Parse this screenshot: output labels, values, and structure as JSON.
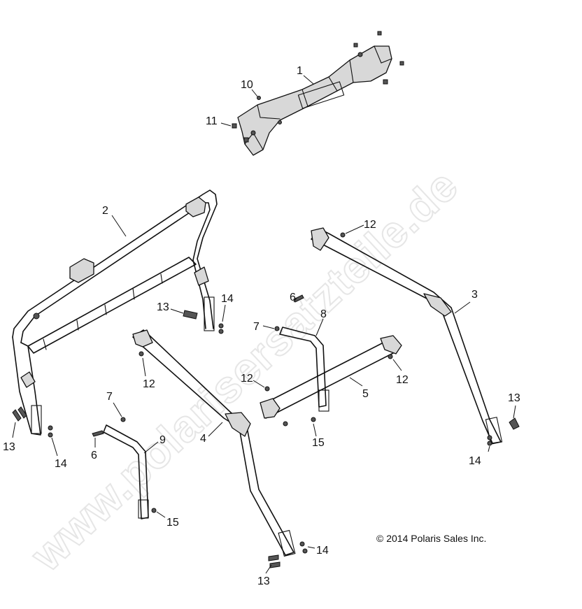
{
  "watermark": "www.polarisersatzteile.de",
  "copyright": "© 2014 Polaris Sales Inc.",
  "callouts": {
    "c1": "1",
    "c10": "10",
    "c11": "11",
    "c2": "2",
    "c12a": "12",
    "c3": "3",
    "c13a": "13",
    "c14a": "14",
    "c13b": "13",
    "c14b": "14",
    "c6a": "6",
    "c7a": "7",
    "c8": "8",
    "c12b": "12",
    "c12c": "12",
    "c12d": "12",
    "c5": "5",
    "c15a": "15",
    "c13c": "13",
    "c14c": "14",
    "c7b": "7",
    "c6b": "6",
    "c9": "9",
    "c4": "4",
    "c15b": "15",
    "c14d": "14",
    "c13d": "13"
  }
}
